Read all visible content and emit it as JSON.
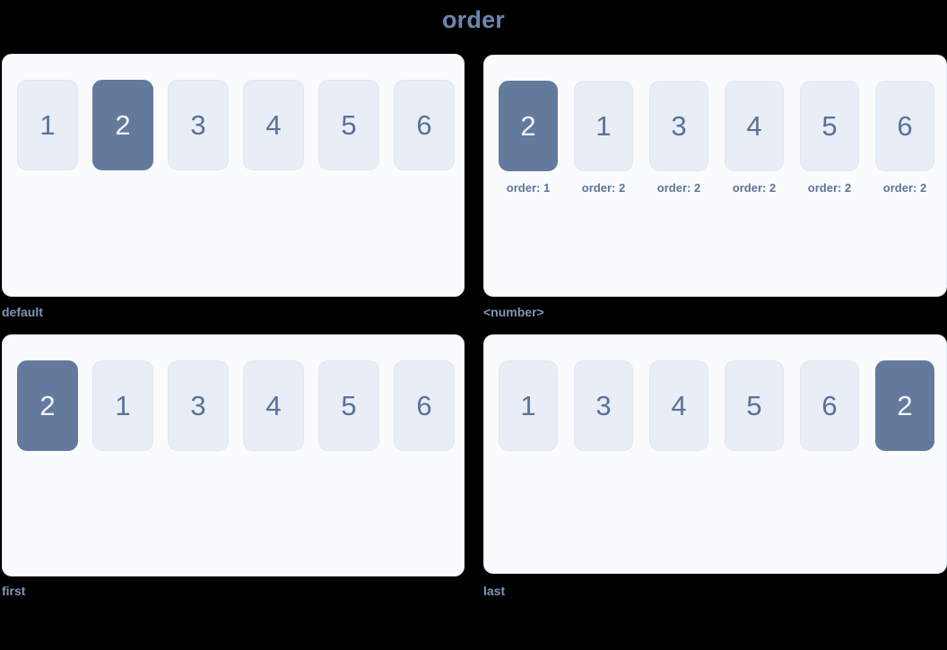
{
  "page": {
    "title": "order",
    "background": "#000000",
    "accent": "#647a9d",
    "box_fill": "#e8edf6",
    "panel_fill": "#f9fbfd",
    "text_color": "#5b7198",
    "caption_color": "#7f96bb"
  },
  "panels": [
    {
      "id": "default",
      "caption": "default",
      "items": [
        {
          "label": "1",
          "active": false
        },
        {
          "label": "2",
          "active": true
        },
        {
          "label": "3",
          "active": false
        },
        {
          "label": "4",
          "active": false
        },
        {
          "label": "5",
          "active": false
        },
        {
          "label": "6",
          "active": false
        }
      ]
    },
    {
      "id": "number",
      "caption": "<number>",
      "items": [
        {
          "label": "2",
          "active": true,
          "order": "order: 1"
        },
        {
          "label": "1",
          "active": false,
          "order": "order: 2"
        },
        {
          "label": "3",
          "active": false,
          "order": "order: 2"
        },
        {
          "label": "4",
          "active": false,
          "order": "order: 2"
        },
        {
          "label": "5",
          "active": false,
          "order": "order: 2"
        },
        {
          "label": "6",
          "active": false,
          "order": "order: 2"
        }
      ]
    },
    {
      "id": "first",
      "caption": "first",
      "items": [
        {
          "label": "2",
          "active": true
        },
        {
          "label": "1",
          "active": false
        },
        {
          "label": "3",
          "active": false
        },
        {
          "label": "4",
          "active": false
        },
        {
          "label": "5",
          "active": false
        },
        {
          "label": "6",
          "active": false
        }
      ]
    },
    {
      "id": "last",
      "caption": "last",
      "items": [
        {
          "label": "1",
          "active": false
        },
        {
          "label": "3",
          "active": false
        },
        {
          "label": "4",
          "active": false
        },
        {
          "label": "5",
          "active": false
        },
        {
          "label": "6",
          "active": false
        },
        {
          "label": "2",
          "active": true
        }
      ]
    }
  ]
}
